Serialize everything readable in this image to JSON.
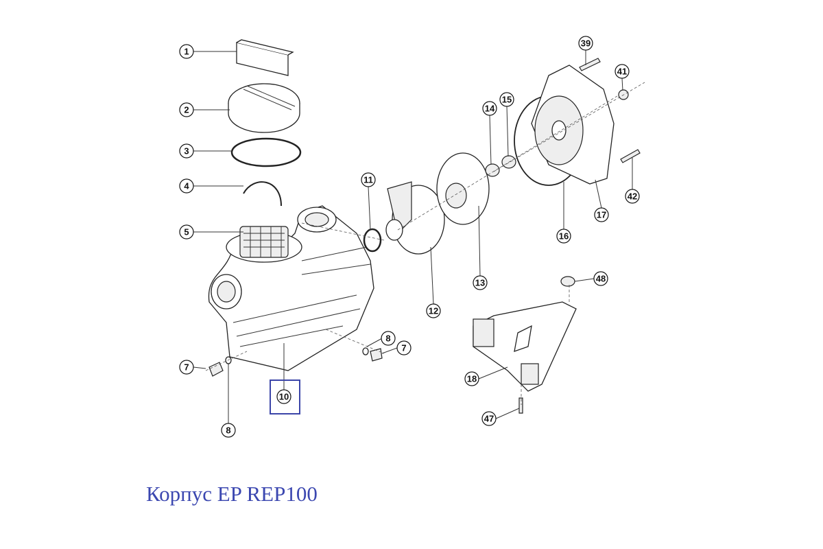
{
  "diagram": {
    "caption": "Корпус EP REP100",
    "highlighted_part": "10",
    "highlight_color": "#3a44a8",
    "callouts": {
      "c1": "1",
      "c2": "2",
      "c3": "3",
      "c4": "4",
      "c5": "5",
      "c7a": "7",
      "c8a": "8",
      "c10": "10",
      "c8b": "8",
      "c7b": "7",
      "c11": "11",
      "c12": "12",
      "c13": "13",
      "c14": "14",
      "c15": "15",
      "c16": "16",
      "c17": "17",
      "c39": "39",
      "c41": "41",
      "c42": "42",
      "c48": "48",
      "c18": "18",
      "c47": "47"
    }
  }
}
